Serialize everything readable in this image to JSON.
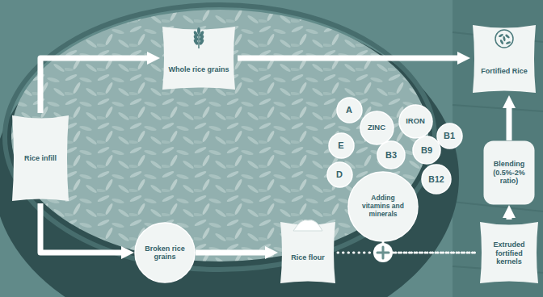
{
  "diagram": {
    "nodes": [
      {
        "text": [
          "Rice infill"
        ]
      },
      {
        "text": [
          "Whole rice grains"
        ]
      },
      {
        "text": [
          "Fortified Rice"
        ]
      },
      {
        "text": [
          "A"
        ]
      },
      {
        "text": [
          "ZINC"
        ]
      },
      {
        "text": [
          "IRON"
        ]
      },
      {
        "text": [
          "E"
        ]
      },
      {
        "text": [
          "B3"
        ]
      },
      {
        "text": [
          "B9"
        ]
      },
      {
        "text": [
          "B1"
        ]
      },
      {
        "text": [
          "D"
        ]
      },
      {
        "text": [
          "B12"
        ]
      },
      {
        "text": [
          "Adding vitamins and minerals"
        ]
      },
      {
        "text": [
          "Blending (0.5%-2% ratio)"
        ]
      },
      {
        "text": [
          "Broken rice grains"
        ]
      },
      {
        "text": [
          "Rice flour"
        ]
      },
      {
        "text": [
          "Extruded fortified kernels"
        ]
      }
    ],
    "edges": [
      {
        "from": 0,
        "to": 1,
        "arrow": "to"
      },
      {
        "from": 1,
        "to": 2,
        "arrow": "to"
      },
      {
        "from": 0,
        "to": 14,
        "arrow": "to"
      },
      {
        "from": 14,
        "to": 15,
        "arrow": "to"
      },
      {
        "from": 15,
        "to": 16,
        "arrow": "none"
      },
      {
        "from": 12,
        "to": 16,
        "arrow": "none"
      },
      {
        "from": 16,
        "to": 13,
        "arrow": "to"
      },
      {
        "from": 13,
        "to": 2,
        "arrow": "to"
      }
    ]
  }
}
